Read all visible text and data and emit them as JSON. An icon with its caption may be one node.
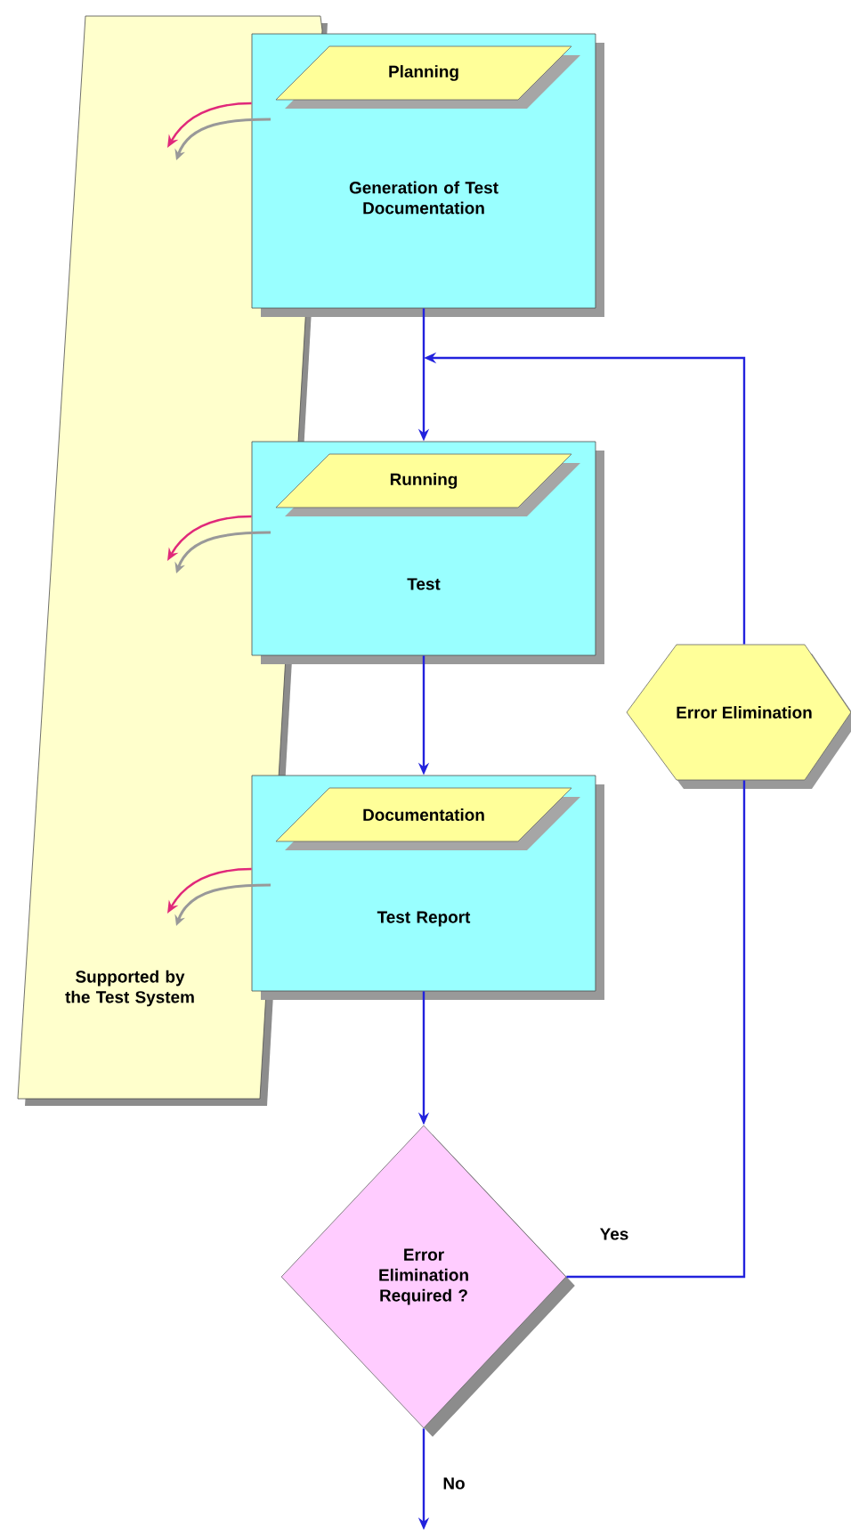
{
  "diagram": {
    "nodes": [
      {
        "text": [
          "Supported by the Test System"
        ]
      },
      {
        "text": [
          "Generation of Test Documentation"
        ]
      },
      {
        "text": [
          "Planning"
        ],
        "in": 1
      },
      {
        "text": [
          "Test"
        ]
      },
      {
        "text": [
          "Running"
        ],
        "in": 3
      },
      {
        "text": [
          "Test Report"
        ]
      },
      {
        "text": [
          "Documentation"
        ],
        "in": 5
      },
      {
        "text": [
          "Error Elimination"
        ]
      },
      {
        "text": [
          "Error Elimination Required ?"
        ]
      }
    ],
    "edges": [
      {
        "from": 1,
        "to": 3,
        "arrow": "to"
      },
      {
        "from": 3,
        "to": 5,
        "arrow": "to"
      },
      {
        "from": 5,
        "to": 8,
        "arrow": "to"
      },
      {
        "from": 8,
        "to": 7,
        "arrow": "none",
        "label": "Yes"
      },
      {
        "from": 7,
        "to": 3,
        "arrow": "to"
      },
      {
        "from": 8,
        "to": null,
        "arrow": "to",
        "label": "No"
      },
      {
        "from": 1,
        "to": 0,
        "arrow": "to",
        "color": "#e0287a"
      },
      {
        "from": 3,
        "to": 0,
        "arrow": "to",
        "color": "#e0287a"
      },
      {
        "from": 5,
        "to": 0,
        "arrow": "to",
        "color": "#e0287a"
      }
    ]
  }
}
